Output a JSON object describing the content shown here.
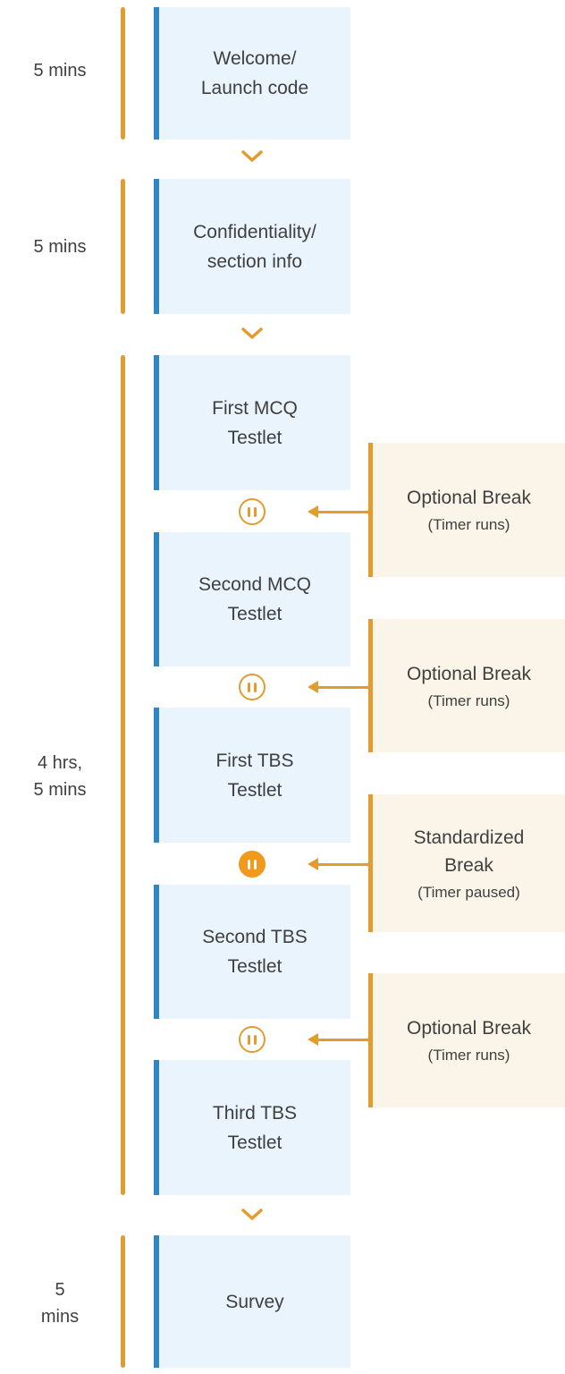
{
  "diagram": {
    "durations": [
      {
        "lines": [
          "5 mins"
        ]
      },
      {
        "lines": [
          "5 mins"
        ]
      },
      {
        "lines": [
          "4 hrs,",
          "5 mins"
        ]
      },
      {
        "lines": [
          "5",
          "mins"
        ]
      }
    ],
    "stages": [
      {
        "lines": [
          "Welcome/",
          "Launch code"
        ]
      },
      {
        "lines": [
          "Confidentiality/",
          "section info"
        ]
      },
      {
        "lines": [
          "First MCQ",
          "Testlet"
        ]
      },
      {
        "lines": [
          "Second MCQ",
          "Testlet"
        ]
      },
      {
        "lines": [
          "First TBS",
          "Testlet"
        ]
      },
      {
        "lines": [
          "Second TBS",
          "Testlet"
        ]
      },
      {
        "lines": [
          "Third TBS",
          "Testlet"
        ]
      },
      {
        "lines": [
          "Survey"
        ]
      }
    ],
    "breaks": [
      {
        "title_lines": [
          "Optional Break"
        ],
        "subtitle": "(Timer runs)",
        "type": "optional"
      },
      {
        "title_lines": [
          "Optional Break"
        ],
        "subtitle": "(Timer runs)",
        "type": "optional"
      },
      {
        "title_lines": [
          "Standardized",
          "Break"
        ],
        "subtitle": "(Timer paused)",
        "type": "standardized"
      },
      {
        "title_lines": [
          "Optional Break"
        ],
        "subtitle": "(Timer runs)",
        "type": "optional"
      }
    ],
    "colors": {
      "orange": "#E49B2E",
      "orange_filled": "#F0991B",
      "blue_border": "#2F86C5",
      "stage_bg": "#E9F4FC",
      "break_bg": "#FBF4E8",
      "text": "#3F3F3F"
    }
  }
}
